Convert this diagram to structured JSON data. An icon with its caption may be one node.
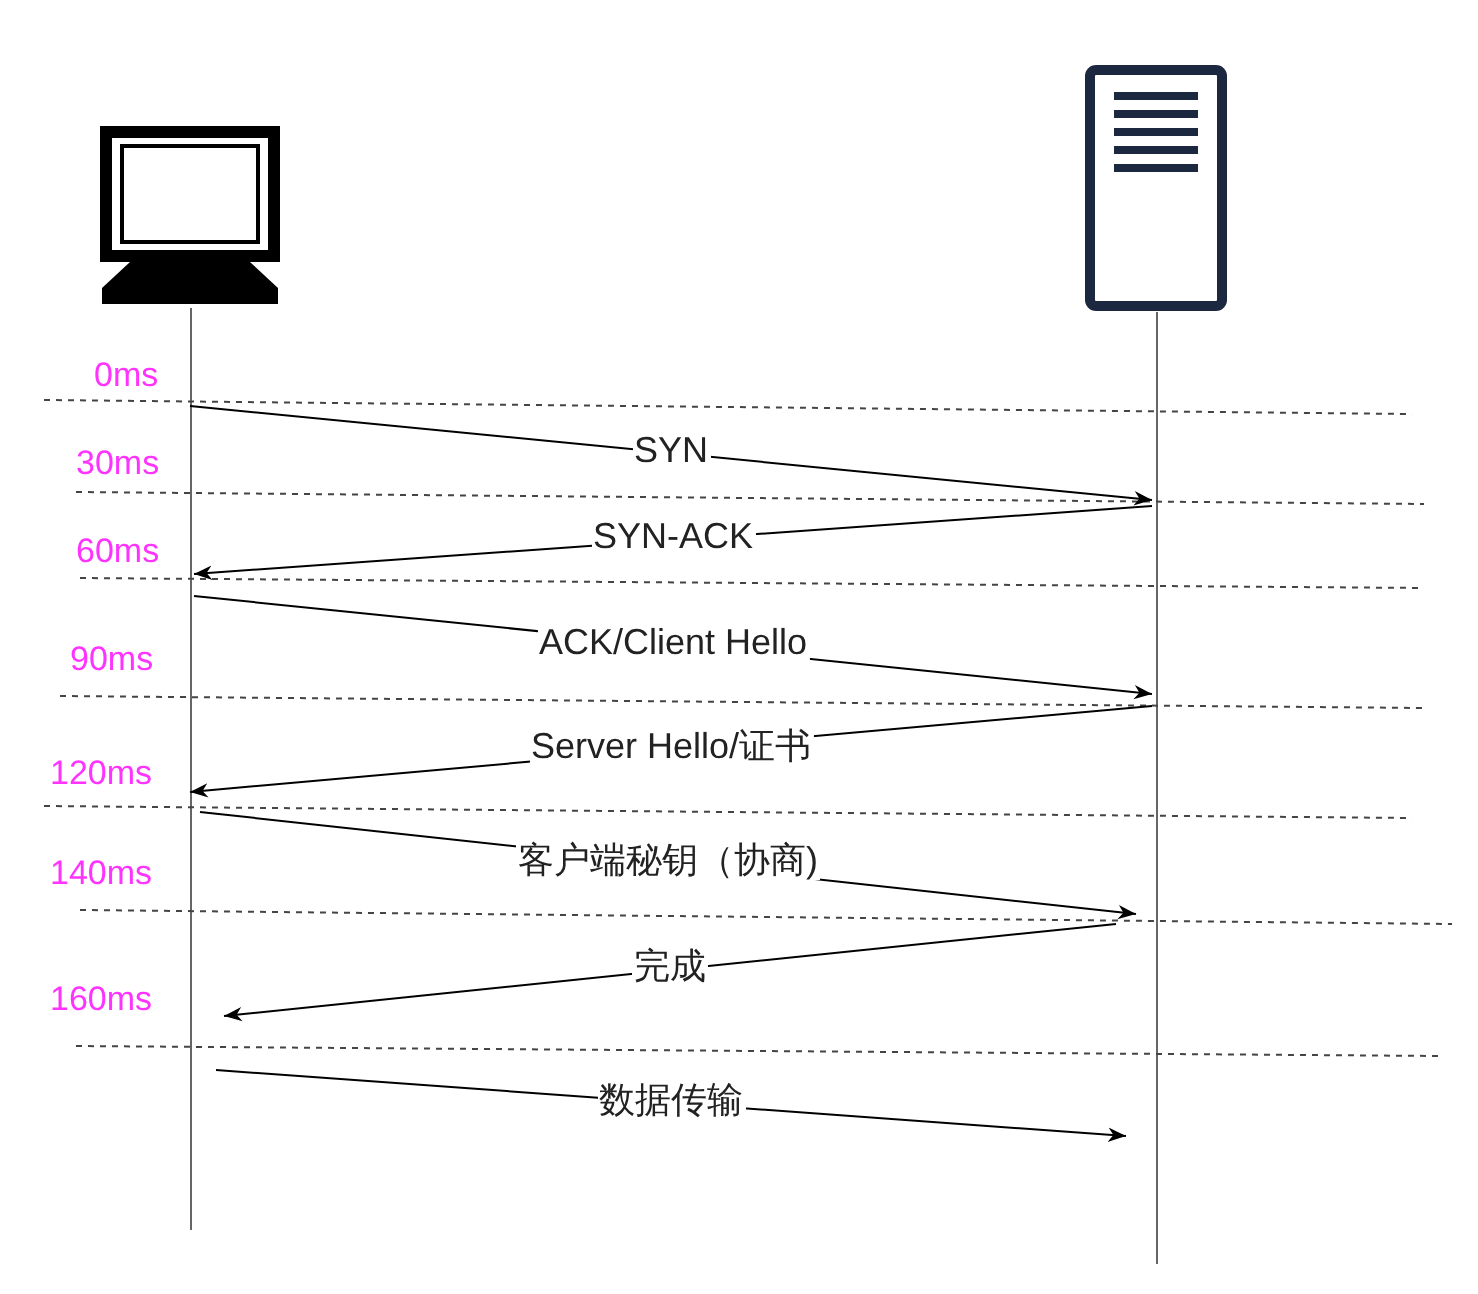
{
  "diagram": {
    "nodes": [
      {
        "text": [],
        "shape": "picture"
      },
      {
        "text": [],
        "shape": "picture"
      }
    ],
    "edges": [
      {
        "from": 0,
        "to": 1,
        "arrow": "to",
        "label": "SYN"
      },
      {
        "from": 1,
        "to": 0,
        "arrow": "to",
        "label": "SYN-ACK"
      },
      {
        "from": 0,
        "to": 1,
        "arrow": "to",
        "label": "ACK/Client Hello"
      },
      {
        "from": 1,
        "to": 0,
        "arrow": "to",
        "label": "Server Hello/证书"
      },
      {
        "from": 0,
        "to": 1,
        "arrow": "to",
        "label": "客户端秘钥（协商)"
      },
      {
        "from": 1,
        "to": 0,
        "arrow": "to",
        "label": "完成"
      },
      {
        "from": 0,
        "to": 1,
        "arrow": "to",
        "label": "数据传输"
      }
    ],
    "labels": [
      "0ms",
      "30ms",
      "60ms",
      "90ms",
      "120ms",
      "140ms",
      "160ms"
    ]
  }
}
